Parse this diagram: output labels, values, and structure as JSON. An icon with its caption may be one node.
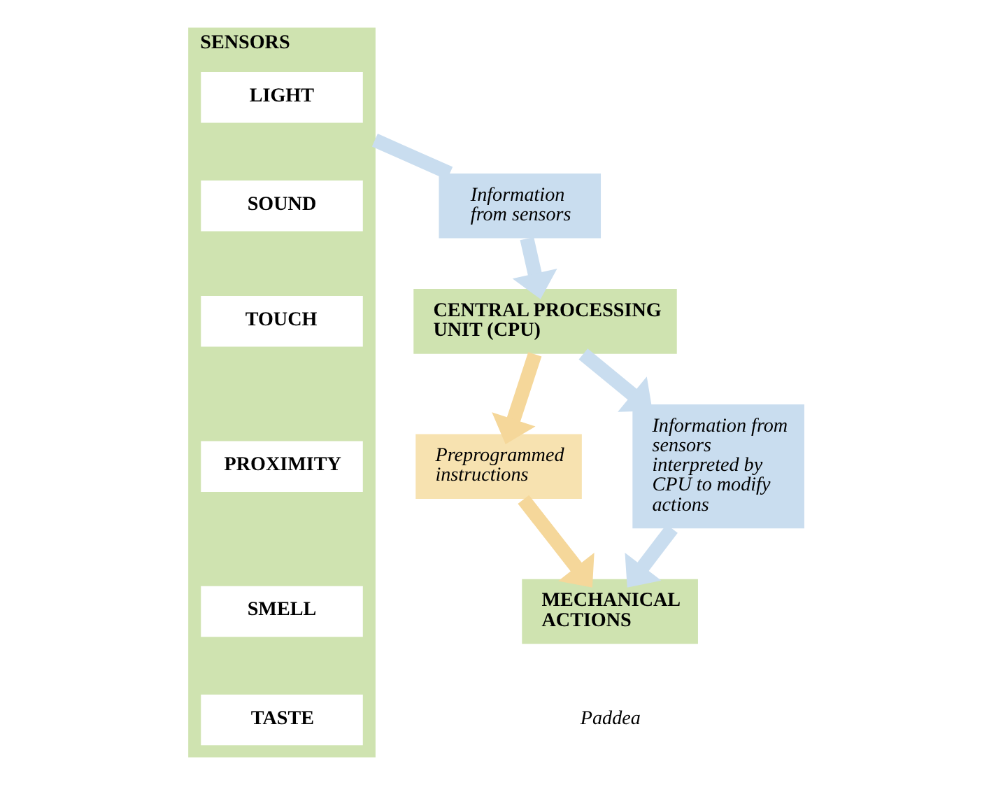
{
  "diagram": {
    "nodes": [
      {
        "text": [
          "CENTRAL PROCESSING UNIT (CPU)"
        ]
      },
      {
        "text": [
          "Information from sensors"
        ]
      },
      {
        "text": [
          "Preprogrammed instructions"
        ]
      },
      {
        "text": [
          "Information from sensors interpreted by CPU to modify actions"
        ]
      },
      {
        "text": [
          "SENSORS"
        ]
      },
      {
        "text": [
          "LIGHT"
        ],
        "in": 4
      },
      {
        "text": [
          "SOUND"
        ],
        "in": 4
      },
      {
        "text": [
          "TOUCH"
        ],
        "in": 4
      },
      {
        "text": [
          "PROXIMITY"
        ],
        "in": 4
      },
      {
        "text": [
          "SMELL"
        ],
        "in": 4
      },
      {
        "text": [
          "TASTE"
        ],
        "in": 4
      },
      {
        "text": [
          "MECHANICAL ACTIONS"
        ]
      }
    ],
    "edges": [
      {
        "from": 4,
        "to": 1,
        "arrow": "none"
      },
      {
        "from": 1,
        "to": 0,
        "arrow": "to"
      },
      {
        "from": 0,
        "to": 2,
        "arrow": "to",
        "color": "#f5d79a"
      },
      {
        "from": 2,
        "to": 11,
        "arrow": "to",
        "color": "#f5d79a"
      },
      {
        "from": 0,
        "to": 3,
        "arrow": "to"
      },
      {
        "from": 3,
        "to": 11,
        "arrow": "to"
      }
    ],
    "labels": [
      "Paddea"
    ]
  }
}
